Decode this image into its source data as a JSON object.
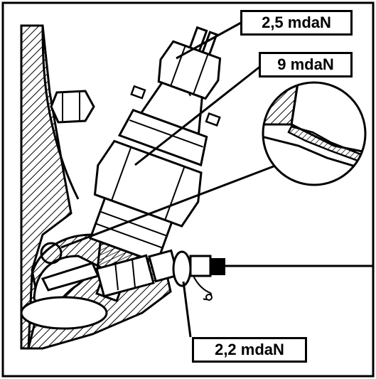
{
  "torque_labels": {
    "upper": "2,5 mdaN",
    "middle": "9 mdaN",
    "lower": "2,2 mdaN"
  },
  "colors": {
    "ink": "#000000",
    "paper": "#ffffff"
  }
}
